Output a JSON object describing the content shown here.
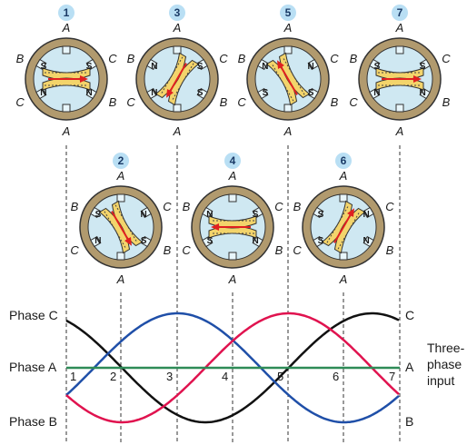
{
  "motors": [
    {
      "step": "1",
      "top": "A",
      "bottom": "A",
      "upLeft": "B",
      "upRight": "C",
      "lowLeft": "C",
      "lowRight": "B",
      "poles": [
        "N",
        "S",
        "N",
        "S"
      ],
      "arrow_deg": 0
    },
    {
      "step": "2",
      "top": "A",
      "bottom": "A",
      "upLeft": "B",
      "upRight": "C",
      "lowLeft": "C",
      "lowRight": "B",
      "poles": [
        "N",
        "S",
        "S",
        "N"
      ],
      "arrow_deg": 60
    },
    {
      "step": "3",
      "top": "A",
      "bottom": "A",
      "upLeft": "B",
      "upRight": "C",
      "lowLeft": "C",
      "lowRight": "B",
      "poles": [
        "N",
        "N",
        "S",
        "S"
      ],
      "arrow_deg": 120
    },
    {
      "step": "4",
      "top": "A",
      "bottom": "A",
      "upLeft": "B",
      "upRight": "C",
      "lowLeft": "C",
      "lowRight": "B",
      "poles": [
        "S",
        "N",
        "N",
        "S"
      ],
      "arrow_deg": 180
    },
    {
      "step": "5",
      "top": "A",
      "bottom": "A",
      "upLeft": "B",
      "upRight": "C",
      "lowLeft": "C",
      "lowRight": "B",
      "poles": [
        "S",
        "N",
        "S",
        "N"
      ],
      "arrow_deg": 240
    },
    {
      "step": "6",
      "top": "A",
      "bottom": "A",
      "upLeft": "B",
      "upRight": "C",
      "lowLeft": "C",
      "lowRight": "B",
      "poles": [
        "S",
        "S",
        "N",
        "N"
      ],
      "arrow_deg": 300
    },
    {
      "step": "7",
      "top": "A",
      "bottom": "A",
      "upLeft": "B",
      "upRight": "C",
      "lowLeft": "C",
      "lowRight": "B",
      "poles": [
        "N",
        "S",
        "N",
        "S"
      ],
      "arrow_deg": 0
    }
  ],
  "phases": {
    "c_left": "Phase C",
    "a_left": "Phase A",
    "b_left": "Phase B",
    "c_right": "C",
    "a_right": "A",
    "b_right": "B"
  },
  "input_label": [
    "Three-",
    "phase",
    "input"
  ],
  "ticks": [
    "1",
    "2",
    "3",
    "4",
    "5",
    "6",
    "7"
  ],
  "colors": {
    "phase_a": "#2e8b57",
    "phase_b": "#e0134f",
    "phase_c": "#111111",
    "blue": "#1f4fa8",
    "frame": "#b19a6e",
    "rotor": "#cfe8f2",
    "pole": "#f3d46b",
    "arrow": "#e02020",
    "badge": "#b9dff4"
  }
}
